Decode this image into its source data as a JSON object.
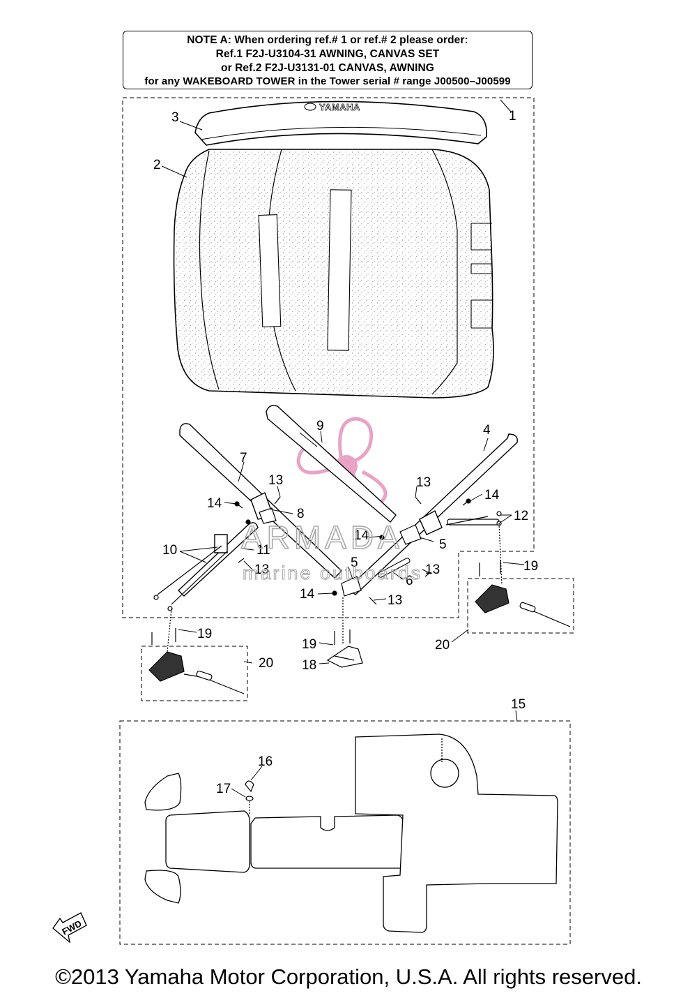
{
  "note": {
    "line1": "NOTE A: When ordering ref.# 1 or ref.# 2 please order:",
    "line2": "Ref.1   F2J-U3104-31  AWNING, CANVAS SET",
    "line3": "or   Ref.2   F2J-U3131-01 CANVAS, AWNING",
    "line4": "for any WAKEBOARD TOWER in the Tower serial # range J00500–J00599"
  },
  "awning_brand": "YAMAHA",
  "watermark": {
    "name": "ARMADA",
    "tagline": "marine outboards",
    "logo_color": "#e8a3c6"
  },
  "fwd_label": "FWD",
  "callouts": {
    "c1": "1",
    "c2": "2",
    "c3": "3",
    "c4": "4",
    "c5a": "5",
    "c5b": "5",
    "c6": "6",
    "c7": "7",
    "c8": "8",
    "c9": "9",
    "c10": "10",
    "c11": "11",
    "c12": "12",
    "c13a": "13",
    "c13b": "13",
    "c13c": "13",
    "c13d": "13",
    "c13e": "13",
    "c14a": "14",
    "c14b": "14",
    "c14c": "14",
    "c14d": "14",
    "c15": "15",
    "c16": "16",
    "c17": "17",
    "c18": "18",
    "c19a": "19",
    "c19b": "19",
    "c19c": "19",
    "c20a": "20",
    "c20b": "20"
  },
  "copyright": "©2013 Yamaha Motor Corporation, U.S.A. All rights reserved."
}
